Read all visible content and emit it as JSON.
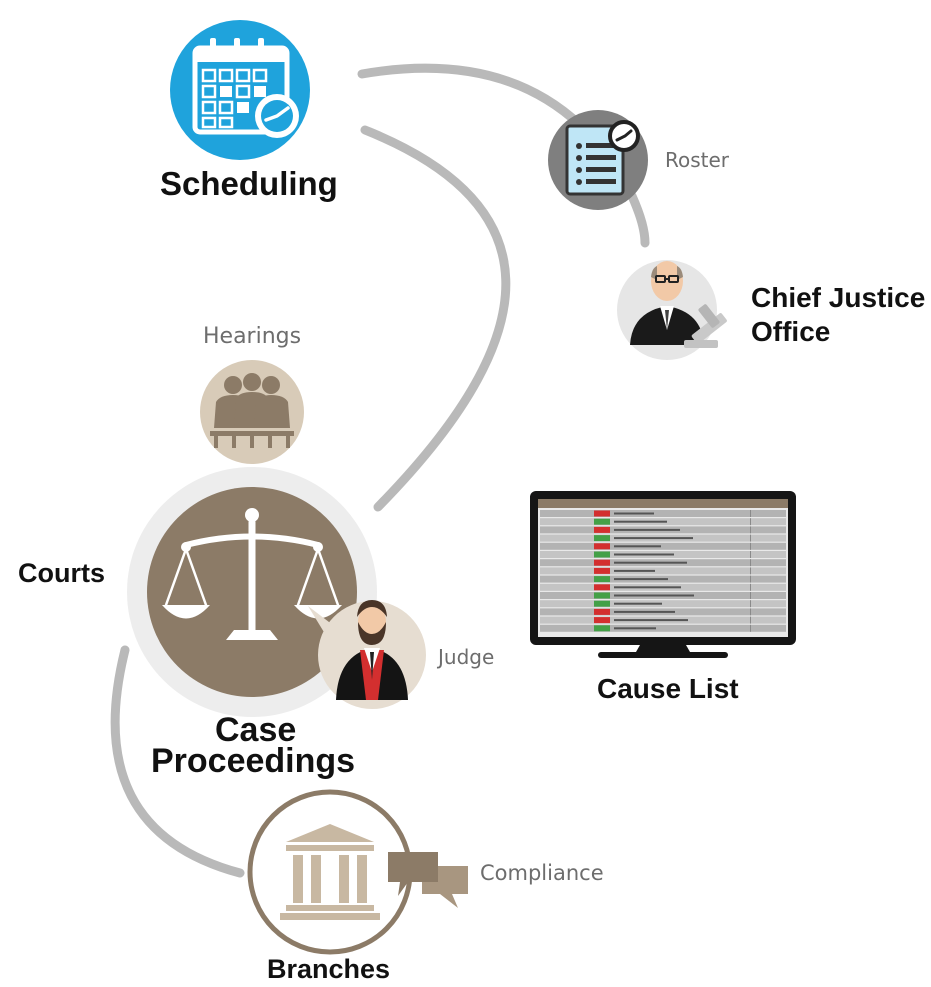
{
  "colors": {
    "connector": "#b9b9b9",
    "scheduling_blue": "#1fa3dc",
    "court_brown": "#8c7b67",
    "light_brown": "#d8cbb8",
    "roster_grey": "#7f7f7f",
    "robe_red": "#d32f2f",
    "screen_dark": "#151515"
  },
  "icons": [
    "calendar-icon",
    "roster-icon",
    "chief-justice-icon",
    "hearings-icon",
    "scales-icon",
    "judge-icon",
    "monitor-icon",
    "courthouse-icon",
    "chat-bubbles-icon"
  ],
  "labels": {
    "scheduling": "Scheduling",
    "roster": "Roster",
    "chief_justice_line1": "Chief Justice",
    "chief_justice_line2": "Office",
    "hearings": "Hearings",
    "courts": "Courts",
    "judge": "Judge",
    "case_line1": "Case",
    "case_line2": "Proceedings",
    "cause_list": "Cause List",
    "compliance": "Compliance",
    "branches": "Branches"
  }
}
